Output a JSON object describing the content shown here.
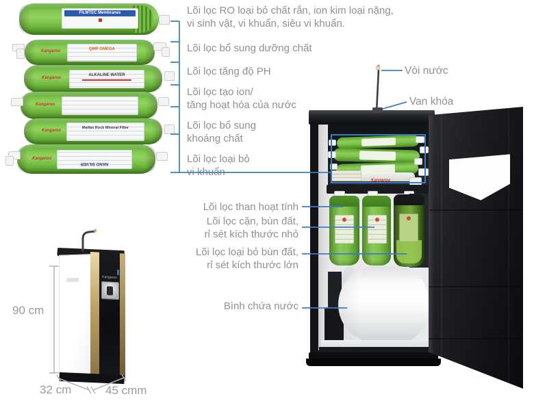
{
  "product": {
    "brand": "Kangaroo"
  },
  "colors": {
    "annotation_blue": "#3c7dc3",
    "label_gray": "#8c9197",
    "dimension_gray": "#9b9b9b",
    "filter_green": "#7cc44a",
    "cabinet_black": "#141518",
    "gold_trim": "#bda063"
  },
  "filter_stack": {
    "cartridges": [
      {
        "label": "FILMTEC Membranes"
      },
      {
        "label": "QMP OMEGA"
      },
      {
        "label": "ALKALINE WATER"
      },
      {
        "label": ""
      },
      {
        "label": "Maifan Rock Mineral Filter"
      },
      {
        "label": "NANO SILVER"
      }
    ]
  },
  "callouts": {
    "stack": [
      {
        "line1": "Lõi lọc RO loại bỏ chất rắn, ion kim loại nặng,",
        "line2": "vi sinh vật, vi khuẩn, siêu vi khuẩn."
      },
      {
        "line1": "Lõi lọc bổ sung dưỡng chất",
        "line2": ""
      },
      {
        "line1": "Lõi  lọc tăng độ PH",
        "line2": ""
      },
      {
        "line1": "Lõi lọc tạo ion/",
        "line2": "tăng hoạt hóa của nước"
      },
      {
        "line1": "Lõi lọc bổ sung",
        "line2": "khoáng chất"
      },
      {
        "line1": "Lõi lọc loại bỏ",
        "line2": "vi khuẩn"
      }
    ],
    "machine": {
      "faucet": "Vòi nước",
      "valve": "Van khóa",
      "carbon": "Lõi lọc than hoạt tính",
      "sediment_small_1": "Lõi lọc cặn, bùn đất,",
      "sediment_small_2": "rỉ sét kích thước nhỏ",
      "sediment_large_1": "Lõi lọc loại bỏ bùn đất,",
      "sediment_large_2": "rỉ sét kích thước lớn",
      "tank": "Bình chứa nước"
    }
  },
  "dimensions": {
    "height": "90 cm",
    "depth": "32 cm",
    "width": "45 cmm"
  }
}
